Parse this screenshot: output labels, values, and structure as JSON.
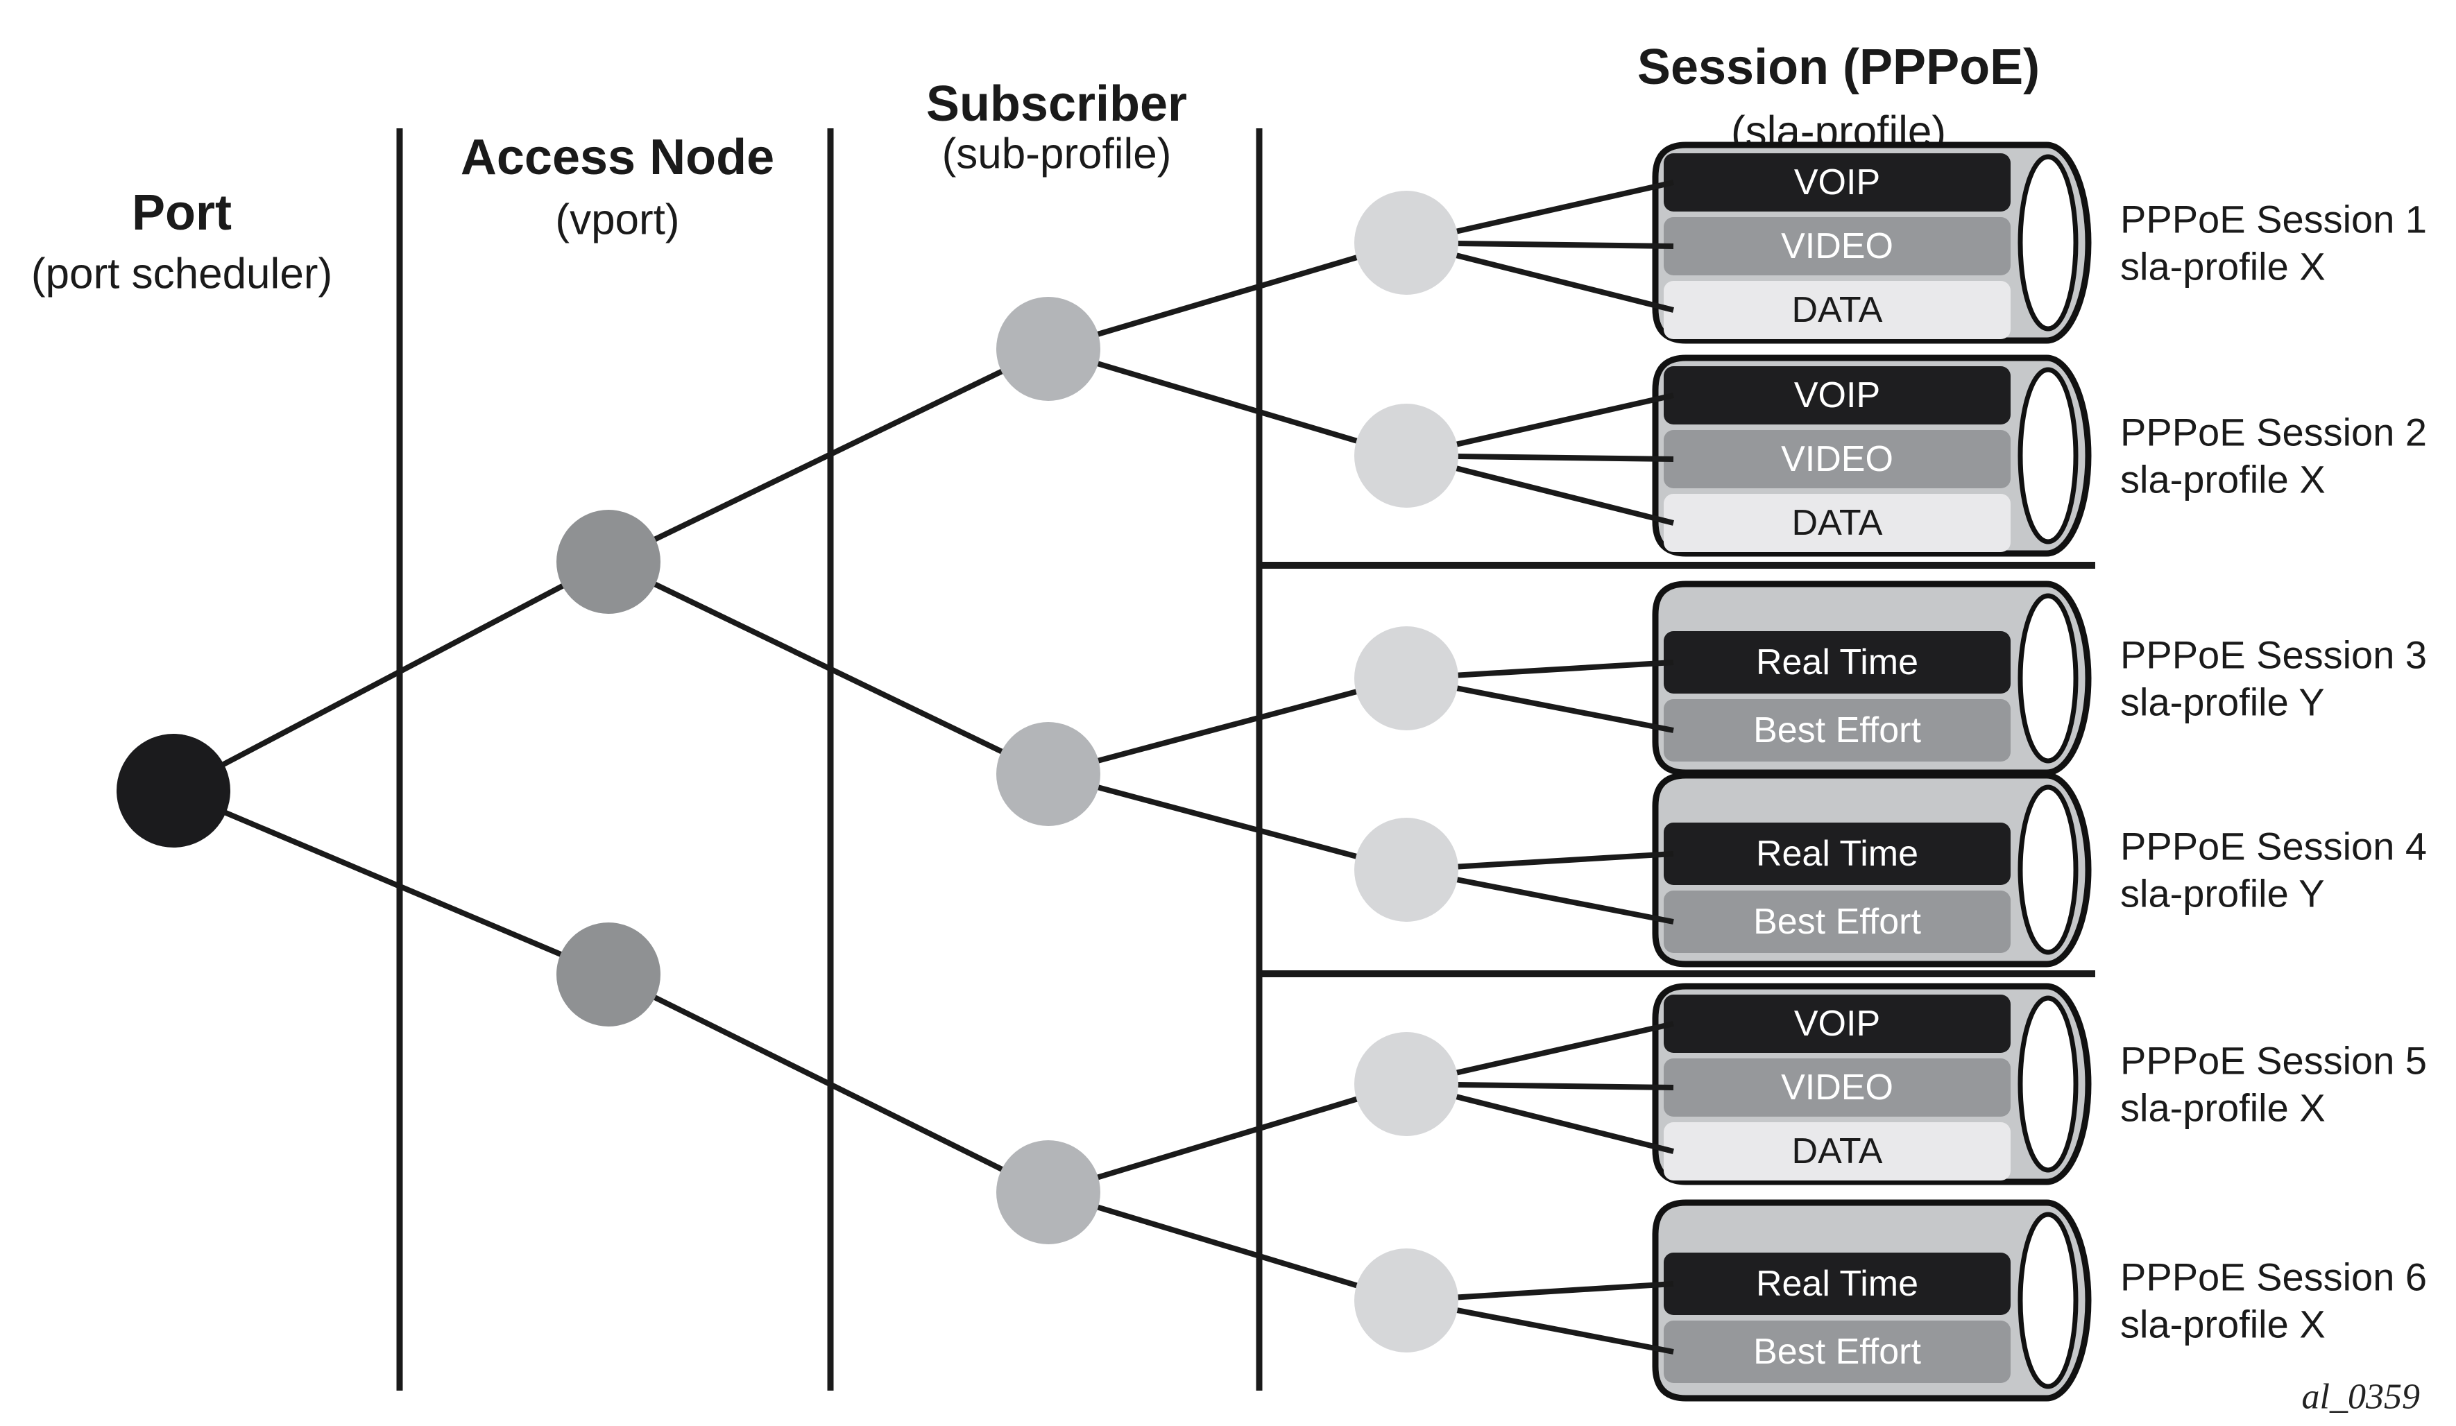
{
  "columns": [
    {
      "title": "Port",
      "subtitle": "(port scheduler)"
    },
    {
      "title": "Access Node",
      "subtitle": "(vport)"
    },
    {
      "title": "Subscriber",
      "subtitle": "(sub-profile)"
    },
    {
      "title": "Session (PPPoE)",
      "subtitle": "(sla-profile)"
    }
  ],
  "sessions": [
    {
      "name": "PPPoE Session 1",
      "profile": "sla-profile X",
      "queues": [
        "VOIP",
        "VIDEO",
        "DATA"
      ]
    },
    {
      "name": "PPPoE Session 2",
      "profile": "sla-profile X",
      "queues": [
        "VOIP",
        "VIDEO",
        "DATA"
      ]
    },
    {
      "name": "PPPoE Session 3",
      "profile": "sla-profile Y",
      "queues": [
        "Real Time",
        "Best Effort"
      ]
    },
    {
      "name": "PPPoE Session 4",
      "profile": "sla-profile Y",
      "queues": [
        "Real Time",
        "Best Effort"
      ]
    },
    {
      "name": "PPPoE Session 5",
      "profile": "sla-profile X",
      "queues": [
        "VOIP",
        "VIDEO",
        "DATA"
      ]
    },
    {
      "name": "PPPoE Session 6",
      "profile": "sla-profile X",
      "queues": [
        "Real Time",
        "Best Effort"
      ]
    }
  ],
  "figure_id": "al_0359",
  "colors": {
    "port_node": "#1b1b1d",
    "access_node": "#8f9193",
    "subscriber_node": "#b3b5b8",
    "session_node": "#d6d7d9",
    "cylinder_body": "#c6c8ca",
    "queue_dark": "#1e1e20",
    "queue_mid": "#96989b",
    "queue_light": "#e9e9eb",
    "line": "#1a1a1a"
  }
}
